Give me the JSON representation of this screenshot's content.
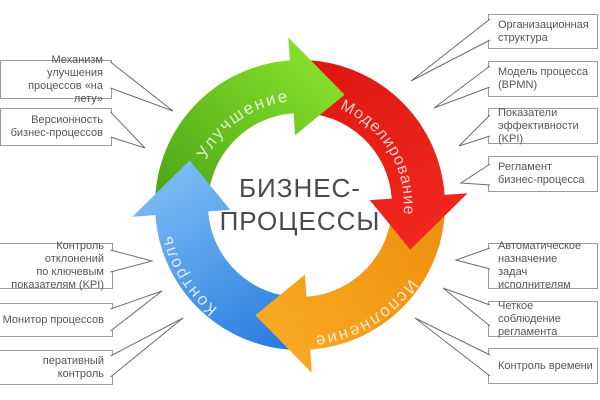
{
  "diagram": {
    "center_title": {
      "line1": "БИЗНЕС-",
      "line2": "ПРОЦЕССЫ"
    },
    "segments": [
      {
        "name": "improvement",
        "label": "Улучшение",
        "color_dark": "#46a014",
        "color_light": "#8ae22c"
      },
      {
        "name": "modeling",
        "label": "Моделирование",
        "color_dark": "#dd1710",
        "color_light": "#f1291f"
      },
      {
        "name": "execution",
        "label": "Исполнение",
        "color_dark": "#ee8d0e",
        "color_light": "#f9a922"
      },
      {
        "name": "control",
        "label": "Контроль",
        "color_dark": "#2378dc",
        "color_light": "#7dbef5"
      }
    ],
    "left_callouts": [
      {
        "text": "Механизм улучшения\nпроцессов «на лету»"
      },
      {
        "text": "Версионность\nбизнес-процессов"
      },
      {
        "text": "Контроль отклонений\nпо ключевым\nпоказателям (KPI)"
      },
      {
        "text": "Монитор процессов"
      },
      {
        "text": "перативный контроль"
      }
    ],
    "right_callouts": [
      {
        "text": "Организационная\nструктура"
      },
      {
        "text": "Модель процесса\n(BPMN)"
      },
      {
        "text": "Показатели\nэффективности (KPI)"
      },
      {
        "text": "Регламент\nбизнес-процесса"
      },
      {
        "text": "Автоматическое\nназначение\nзадач исполнителям"
      },
      {
        "text": "Четкое соблюдение\nрегламента"
      },
      {
        "text": "Контроль времени"
      }
    ]
  }
}
